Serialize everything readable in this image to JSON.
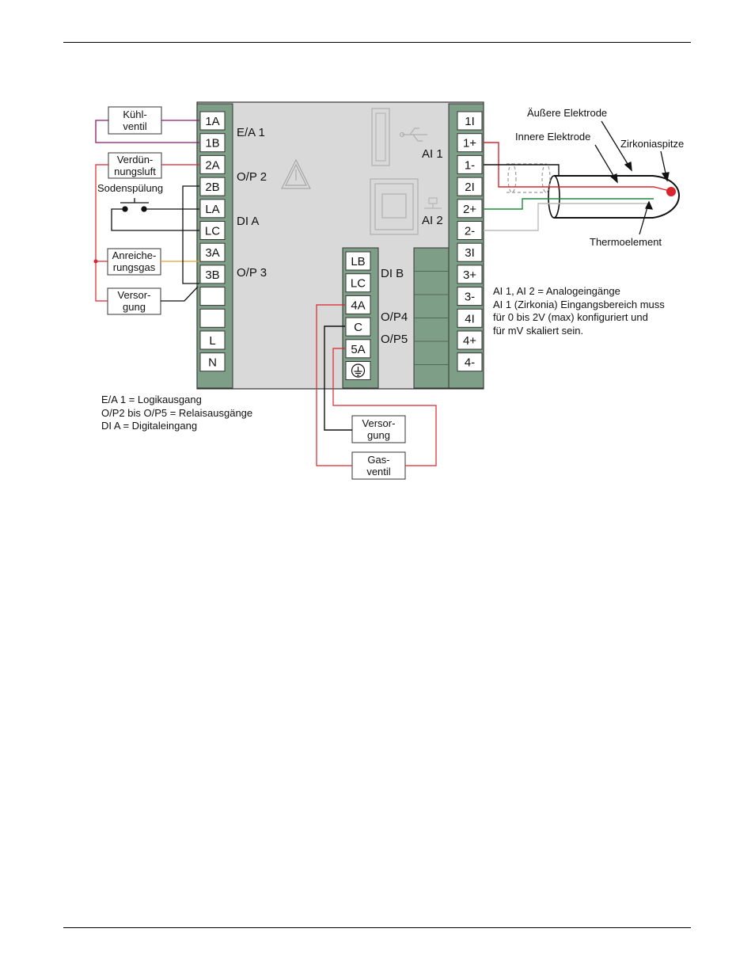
{
  "left_terminals": [
    "1A",
    "1B",
    "2A",
    "2B",
    "LA",
    "LC",
    "3A",
    "3B",
    "",
    "",
    "L",
    "N"
  ],
  "mid_terminals": [
    "LB",
    "LC",
    "4A",
    "C",
    "5A"
  ],
  "mid_ground_icon": "ground-icon",
  "right_terminals": [
    "1I",
    "1+",
    "1-",
    "2I",
    "2+",
    "2-",
    "3I",
    "3+",
    "3-",
    "4I",
    "4+",
    "4-"
  ],
  "group_labels": {
    "ea1": "E/A 1",
    "op2": "O/P 2",
    "dia": "DI A",
    "op3": "O/P 3",
    "dib": "DI B",
    "op4": "O/P4",
    "op5": "O/P5",
    "ai1": "AI 1",
    "ai2": "AI 2"
  },
  "devices": {
    "kuehlventil": [
      "Kühl-",
      "ventil"
    ],
    "verduennungsluft": [
      "Verdün-",
      "nungsluft"
    ],
    "sodenspuelung": "Sodenspülung",
    "anreicherungsgas": [
      "Anreiche-",
      "rungsgas"
    ],
    "versorgung_left": [
      "Versor-",
      "gung"
    ],
    "versorgung_bottom": [
      "Versor-",
      "gung"
    ],
    "gasventil": [
      "Gas-",
      "ventil"
    ]
  },
  "probe_labels": {
    "aeussere": "Äußere Elektrode",
    "innere": "Innere Elektrode",
    "zirkonia": "Zirkoniaspitze",
    "thermo": "Thermoelement"
  },
  "notes_left": [
    "E/A 1 = Logikausgang",
    "O/P2 bis O/P5 = Relaisausgänge",
    "DI A = Digitaleingang"
  ],
  "notes_right": [
    "AI 1, AI 2 = Analogeingänge",
    "AI 1 (Zirkonia) Eingangsbereich muss",
    "für 0 bis 2V (max) konfiguriert und",
    "für mV skaliert sein."
  ],
  "colors": {
    "purple": "#8b1a6b",
    "red": "#d9262c",
    "green": "#1d8c3a",
    "orange": "#e8a030",
    "gray": "#9a9a9a",
    "terminal_green": "#7f9e87",
    "panel": "#d9d9d9"
  }
}
